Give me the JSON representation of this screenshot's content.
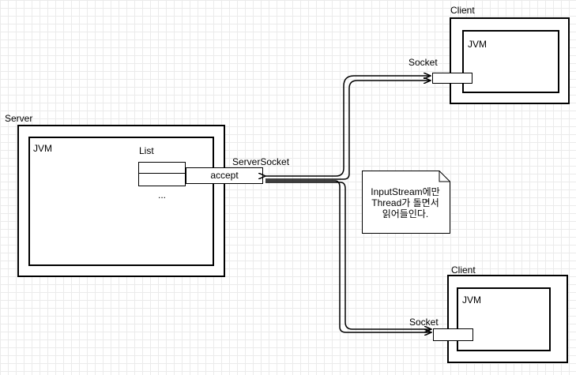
{
  "server": {
    "label": "Server",
    "jvm_label": "JVM",
    "list_label": "List",
    "list_ellipsis": "...",
    "server_socket_label": "ServerSocket",
    "accept_label": "accept"
  },
  "clients": [
    {
      "label": "Client",
      "jvm_label": "JVM",
      "socket_label": "Socket"
    },
    {
      "label": "Client",
      "jvm_label": "JVM",
      "socket_label": "Socket"
    }
  ],
  "note": {
    "lines": [
      "InputStream에만",
      "Thread가 돌면서",
      "읽어들인다."
    ]
  },
  "colors": {
    "grid": "#ebebeb",
    "stroke": "#000000",
    "fill": "#ffffff"
  }
}
